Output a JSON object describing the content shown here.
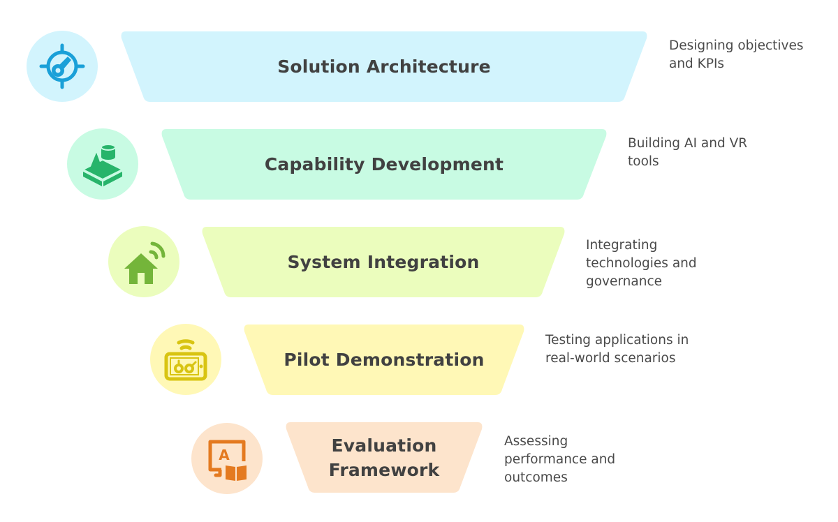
{
  "diagram": {
    "type": "funnel",
    "stages": [
      {
        "title": "Solution Architecture",
        "description": "Designing objectives\nand KPIs",
        "icon": "target-key-icon",
        "fill_color": "#d2f4fd",
        "icon_bg_color": "#d2f4fd",
        "icon_color": "#1aa0d8"
      },
      {
        "title": "Capability Development",
        "description": "Building AI and VR\ntools",
        "icon": "building-blocks-icon",
        "fill_color": "#c8fbe3",
        "icon_bg_color": "#c8fbe3",
        "icon_color": "#27b46a"
      },
      {
        "title": "System Integration",
        "description": "Integrating\ntechnologies and\ngovernance",
        "icon": "smart-home-icon",
        "fill_color": "#ebfdbd",
        "icon_bg_color": "#ebfdbd",
        "icon_color": "#74b53a"
      },
      {
        "title": "Pilot Demonstration",
        "description": "Testing applications in\nreal-world scenarios",
        "icon": "wireless-tablet-icon",
        "fill_color": "#fff8b6",
        "icon_bg_color": "#fff8b6",
        "icon_color": "#d8c412"
      },
      {
        "title": "Evaluation\nFramework",
        "description": "Assessing\nperformance and\noutcomes",
        "icon": "elearning-icon",
        "fill_color": "#fde4cc",
        "icon_bg_color": "#fde4cc",
        "icon_color": "#e47a20"
      }
    ],
    "text_color": "#414141",
    "description_color": "#4a4a4a"
  }
}
